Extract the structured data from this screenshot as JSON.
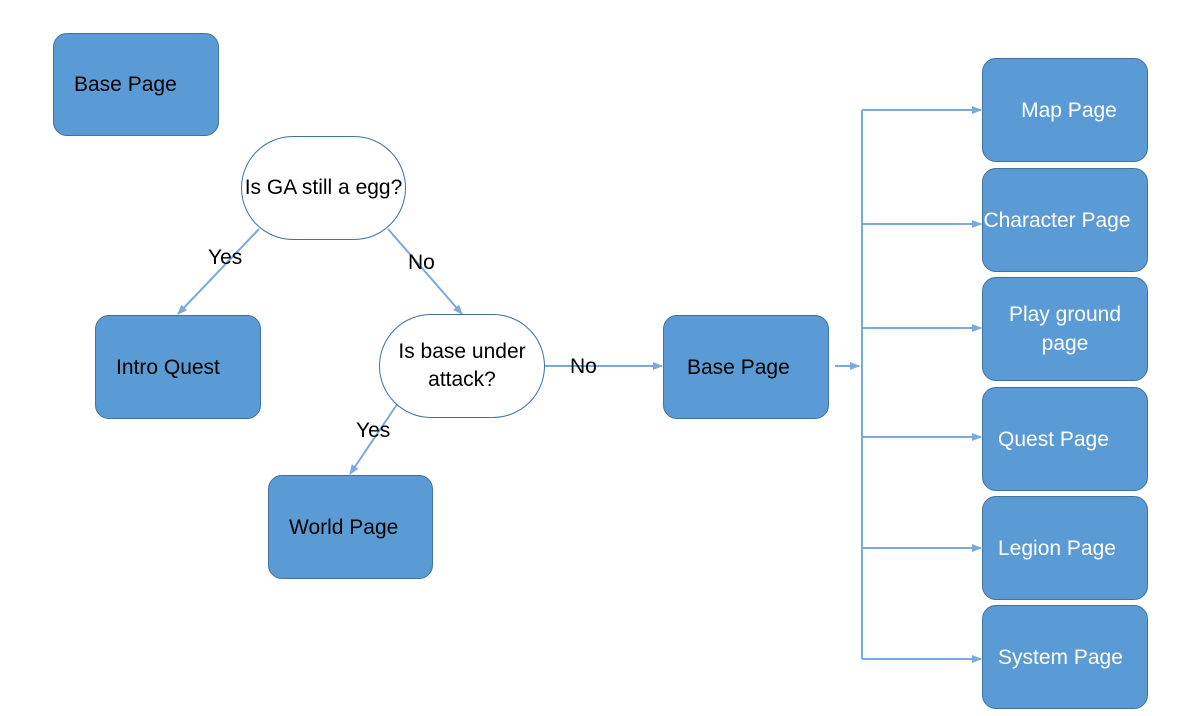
{
  "nodes": {
    "legend_base_page": "Base Page",
    "decision_egg": "Is GA still a egg?",
    "intro_quest": "Intro Quest",
    "decision_attack": "Is base under attack?",
    "world_page": "World Page",
    "base_page": "Base Page",
    "map_page": "Map Page",
    "character_page": "Character Page",
    "play_ground_page": "Play ground page",
    "quest_page": "Quest Page",
    "legion_page": "Legion Page",
    "system_page": "System Page"
  },
  "edges": {
    "egg_yes": "Yes",
    "egg_no": "No",
    "attack_no": "No",
    "attack_yes": "Yes"
  },
  "colors": {
    "box_fill": "#5b9bd5",
    "box_border": "#41719c",
    "connector": "#7aa9dc"
  }
}
